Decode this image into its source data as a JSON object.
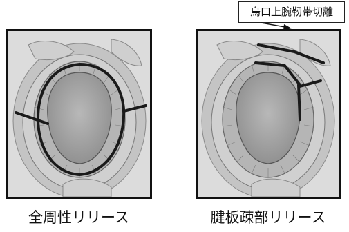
{
  "left_panel": {
    "caption": "全周性リリース"
  },
  "right_panel": {
    "caption": "腱板疎部リリース"
  },
  "callout": {
    "label": "烏口上腕靭帯切離"
  },
  "colors": {
    "incision": "#1a1a1a",
    "tissue": "#bdbdbd",
    "glenoid": "#9a9a9a",
    "frame": "#111111"
  }
}
